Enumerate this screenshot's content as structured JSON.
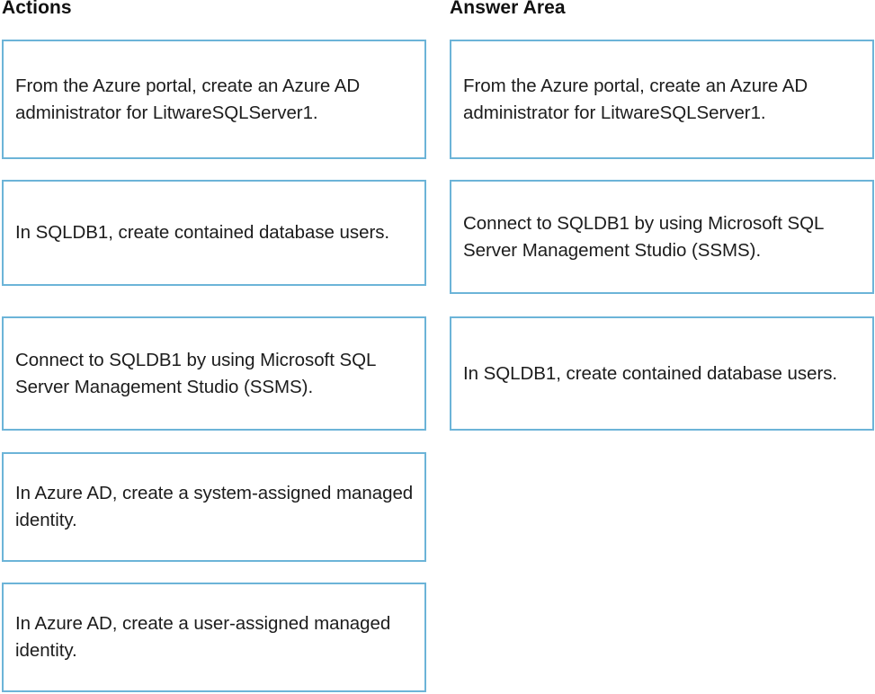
{
  "page": {
    "background_color": "#ffffff",
    "card_border_color": "#6cb4d8",
    "text_color": "#1c1c1c"
  },
  "actions": {
    "heading": "Actions",
    "items": [
      {
        "id": "aad-admin",
        "text": "From the Azure portal, create an Azure AD administrator for LitwareSQLServer1."
      },
      {
        "id": "contained-users",
        "text": "In SQLDB1, create contained database users."
      },
      {
        "id": "connect-ssms",
        "text": "Connect to SQLDB1 by using Microsoft SQL Server Management Studio (SSMS)."
      },
      {
        "id": "system-assigned",
        "text": "In Azure AD, create a system-assigned managed identity."
      },
      {
        "id": "user-assigned",
        "text": "In Azure AD, create a user-assigned managed identity."
      }
    ]
  },
  "answer_area": {
    "heading": "Answer Area",
    "items": [
      {
        "id": "aad-admin",
        "text": "From the Azure portal, create an Azure AD administrator for LitwareSQLServer1."
      },
      {
        "id": "connect-ssms",
        "text": "Connect to SQLDB1 by using Microsoft SQL Server Management Studio (SSMS)."
      },
      {
        "id": "contained-users",
        "text": "In SQLDB1, create contained database users."
      }
    ]
  }
}
